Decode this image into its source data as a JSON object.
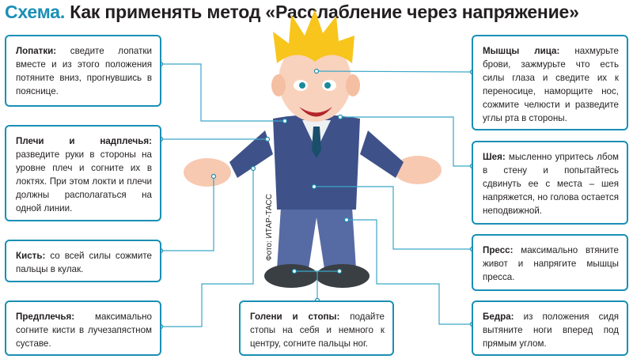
{
  "title": {
    "prefix": "Схема.",
    "text": "Как применять метод «Расслабление через напряжение»"
  },
  "credit": "Фото: ИТАР-ТАСС",
  "accent_color": "#1a8fb5",
  "boxes": {
    "lopatki": {
      "label": "Лопатки:",
      "text": "сведите лопатки вместе и из этого положения потяните вниз, прогнувшись в пояснице."
    },
    "plechi": {
      "label": "Плечи и надплечья:",
      "text": "разведите руки в стороны на уровне плеч и согните их в локтях. При этом локти и плечи должны располагаться на одной линии."
    },
    "kist": {
      "label": "Кисть:",
      "text": "со всей силы сожмите пальцы в кулак."
    },
    "predplechya": {
      "label": "Предплечья:",
      "text": "максимально согните кисти в лучезапястном суставе."
    },
    "golen": {
      "label": "Голени и стопы:",
      "text": "подайте стопы на себя и немного к центру, согните пальцы ног."
    },
    "lico": {
      "label": "Мышцы лица:",
      "text": "нахмурьте брови, зажмурьте что есть силы глаза и сведите их к переносице, наморщите нос, сожмите челюсти и разведите углы рта в стороны."
    },
    "sheya": {
      "label": "Шея:",
      "text": "мысленно упритесь лбом в стену и попытайтесь сдвинуть ее с места – шея напряжется, но голова остается неподвижной."
    },
    "press": {
      "label": "Пресс:",
      "text": "максимально втяните живот и напрягите мышцы пресса."
    },
    "bedra": {
      "label": "Бедра:",
      "text": "из положения сидя вытяните ноги вперед под прямым углом."
    }
  }
}
